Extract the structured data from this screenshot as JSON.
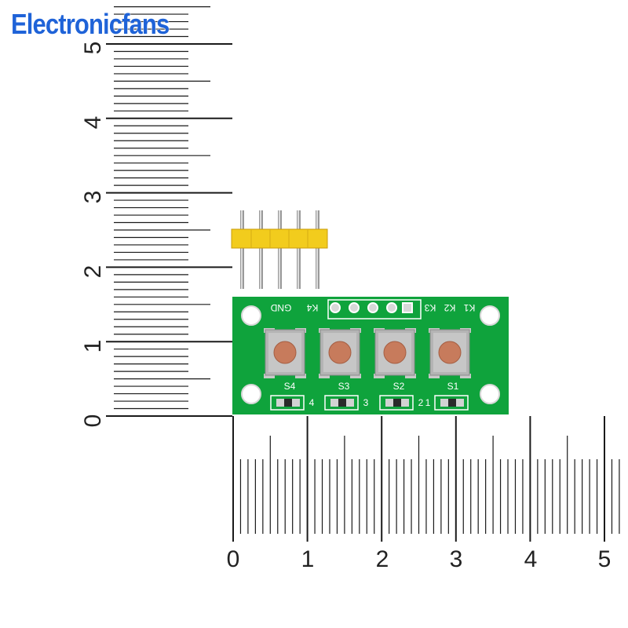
{
  "watermark": "Electronicfans",
  "ruler_vertical_labels": [
    "0",
    "1",
    "2",
    "3",
    "4",
    "5"
  ],
  "ruler_horizontal_labels": [
    "0",
    "1",
    "2",
    "3",
    "4",
    "5"
  ],
  "board": {
    "header_label_left": "GND",
    "header_labels_right": [
      "K4",
      "K3",
      "K2",
      "K1"
    ],
    "switch_labels": [
      "S4",
      "S3",
      "S2",
      "S1"
    ],
    "resistor_labels": [
      "4",
      "3",
      "2",
      "1"
    ]
  },
  "colors": {
    "pcb": "#0fa33c",
    "button_cap": "#c77b5c",
    "pin_header": "#f2cc1d",
    "ruler_ink": "#1a1a1a",
    "watermark": "#1f63d8"
  }
}
